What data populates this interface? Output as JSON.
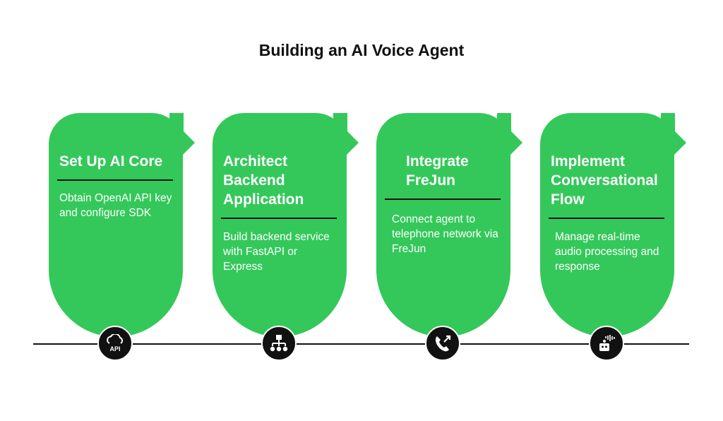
{
  "title": "Building an AI Voice Agent",
  "steps": [
    {
      "heading": "Set Up AI Core",
      "description": "Obtain OpenAI API key and configure SDK",
      "icon": "cloud-api-icon"
    },
    {
      "heading": "Architect Backend Application",
      "description": "Build backend service with FastAPI or Express",
      "icon": "hierarchy-icon"
    },
    {
      "heading": "Integrate FreJun",
      "description": "Connect agent to telephone network via FreJun",
      "icon": "phone-call-icon"
    },
    {
      "heading": "Implement Conversational Flow",
      "description": "Manage real-time audio processing and response",
      "icon": "robot-voice-icon"
    }
  ],
  "colors": {
    "card": "#34c85a",
    "text": "#111111",
    "background": "#ffffff"
  }
}
